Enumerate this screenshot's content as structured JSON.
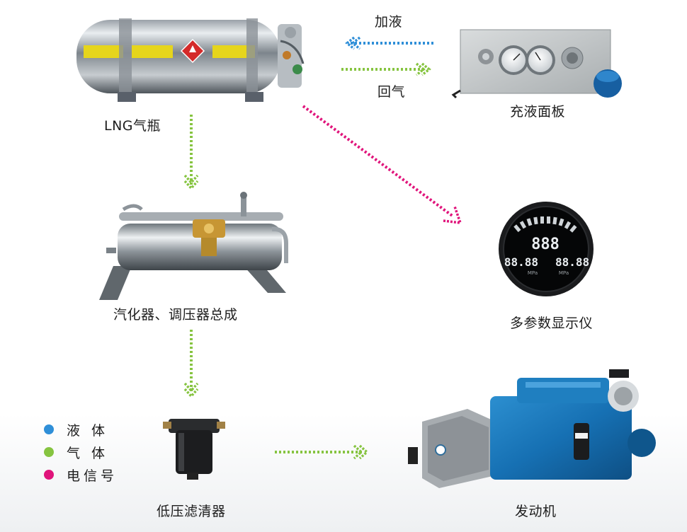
{
  "labels": {
    "lng_tank": "LNG气瓶",
    "fill_panel": "充液面板",
    "vaporizer": "汽化器、调压器总成",
    "display": "多参数显示仪",
    "filter": "低压滤清器",
    "engine": "发动机",
    "fill_liquid": "加液",
    "return_gas": "回气"
  },
  "legend": [
    {
      "label": "液 体",
      "color": "#2f8fd8"
    },
    {
      "label": "气 体",
      "color": "#86c440"
    },
    {
      "label": "电信号",
      "color": "#e0147b"
    }
  ],
  "display_readout": {
    "top": "888",
    "left": "88.88",
    "right": "88.88",
    "unit_left": "MPa",
    "unit_right": "MPa"
  },
  "colors": {
    "liquid": "#2f8fd8",
    "gas": "#86c440",
    "signal": "#e0147b"
  }
}
